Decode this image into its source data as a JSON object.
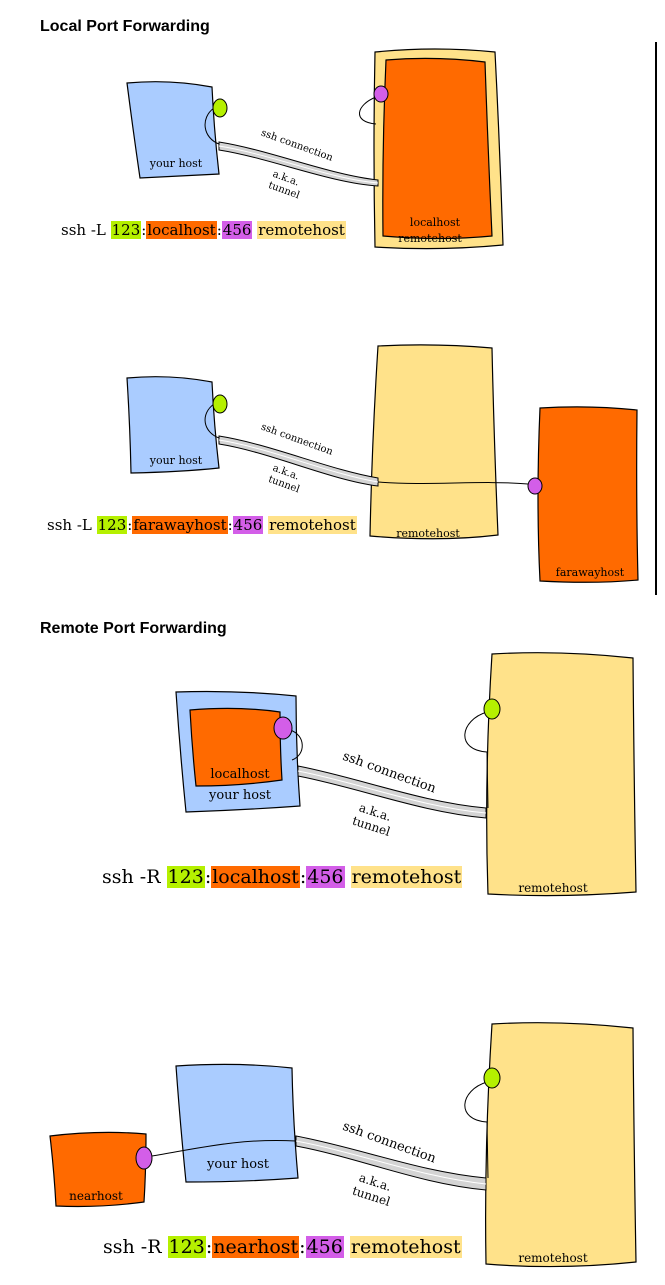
{
  "colors": {
    "your_host_fill": "#aaccff",
    "remote_fill": "#ffe28a",
    "orange_fill": "#ff6a00",
    "green_port": "#b5f000",
    "purple_port": "#d35ee8",
    "tunnel_fill": "#d4d4d4",
    "stroke": "#000000"
  },
  "icons": {
    "port_marker": "blob"
  },
  "sections": {
    "local": {
      "title": "Local Port Forwarding"
    },
    "remote": {
      "title": "Remote Port Forwarding"
    }
  },
  "tunnel": {
    "label_connection": "ssh connection",
    "label_aka": "a.k.a.",
    "label_tunnel": "tunnel"
  },
  "d1": {
    "your_host": "your host",
    "inner_host": "localhost",
    "remote": "remotehost",
    "cmd": {
      "prefix": "ssh -L ",
      "port1": "123",
      "sep1": ":",
      "host": "localhost",
      "sep2": ":",
      "port2": "456",
      "sep3": " ",
      "remote": "remotehost"
    }
  },
  "d2": {
    "your_host": "your host",
    "remote": "remotehost",
    "faraway": "farawayhost",
    "cmd": {
      "prefix": "ssh -L ",
      "port1": "123",
      "sep1": ":",
      "host": "farawayhost",
      "sep2": ":",
      "port2": "456",
      "sep3": " ",
      "remote": "remotehost"
    }
  },
  "d3": {
    "your_host": "your host",
    "inner_host": "localhost",
    "remote": "remotehost",
    "cmd": {
      "prefix": "ssh -R ",
      "port1": "123",
      "sep1": ":",
      "host": "localhost",
      "sep2": ":",
      "port2": "456",
      "sep3": " ",
      "remote": "remotehost"
    }
  },
  "d4": {
    "your_host": "your host",
    "near": "nearhost",
    "remote": "remotehost",
    "cmd": {
      "prefix": "ssh -R ",
      "port1": "123",
      "sep1": ":",
      "host": "nearhost",
      "sep2": ":",
      "port2": "456",
      "sep3": " ",
      "remote": "remotehost"
    }
  }
}
